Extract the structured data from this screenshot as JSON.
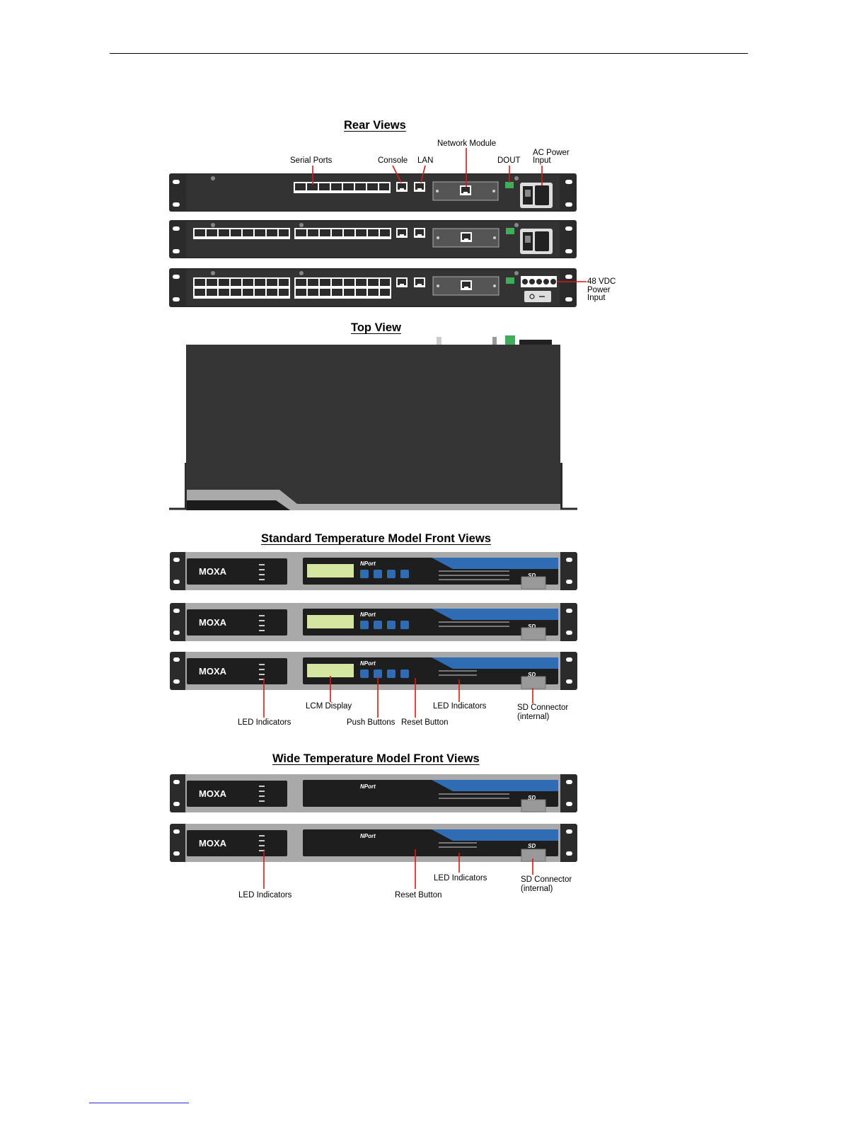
{
  "headings": {
    "rear": "Rear Views",
    "top": "Top View",
    "standard": "Standard Temperature Model Front Views",
    "wide": "Wide Temperature Model Front Views"
  },
  "rear_labels": {
    "serial_ports": "Serial Ports",
    "console": "Console",
    "lan": "LAN",
    "network_module": "Network Module",
    "dout": "DOUT",
    "ac_power": "AC Power\nInput",
    "dc_power": "48 VDC\nPower\nInput"
  },
  "front_labels": {
    "led_indicators": "LED Indicators",
    "lcm_display": "LCM Display",
    "push_buttons": "Push Buttons",
    "reset_button": "Reset Button",
    "sd_connector": "SD Connector\n(internal)"
  },
  "device": {
    "brand": "MOXA",
    "product": "NPort",
    "card_logo": "SD"
  },
  "colors": {
    "chassis_dark": "#2b2b2b",
    "chassis_silver": "#a9a9a9",
    "lcd_green": "#d4e6a0",
    "accent_blue": "#2f6cb3",
    "callout_red": "#d41a1a",
    "terminal_green": "#3fae5a"
  }
}
